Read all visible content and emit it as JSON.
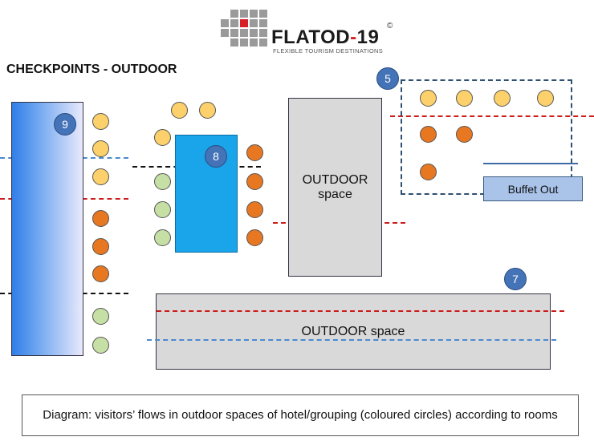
{
  "header": {
    "brand_name": "FLATOD",
    "brand_dash": "-",
    "brand_number": "19",
    "copyright": "©",
    "tagline": "FLEXIBLE TOURISM DESTINATIONS"
  },
  "title": "CHECKPOINTS - OUTDOOR",
  "zones": {
    "outdoor_vertical_line1": "OUTDOOR",
    "outdoor_vertical_line2": "space",
    "outdoor_horizontal": "OUTDOOR space",
    "buffet_out": "Buffet Out"
  },
  "checkpoints": {
    "c5": "5",
    "c7": "7",
    "c8": "8",
    "c9": "9"
  },
  "colors": {
    "yellow_group": "#fcd06b",
    "orange_group": "#e87722",
    "green_group": "#c5dfa5",
    "red_dash": "#cc1b1b",
    "blue_dash": "#4a8ad0",
    "black_dash": "#111111",
    "checkpoint_badge": "#4473b8"
  },
  "caption": "Diagram: visitors’ flows in outdoor spaces of hotel/grouping (coloured circles) according to rooms"
}
